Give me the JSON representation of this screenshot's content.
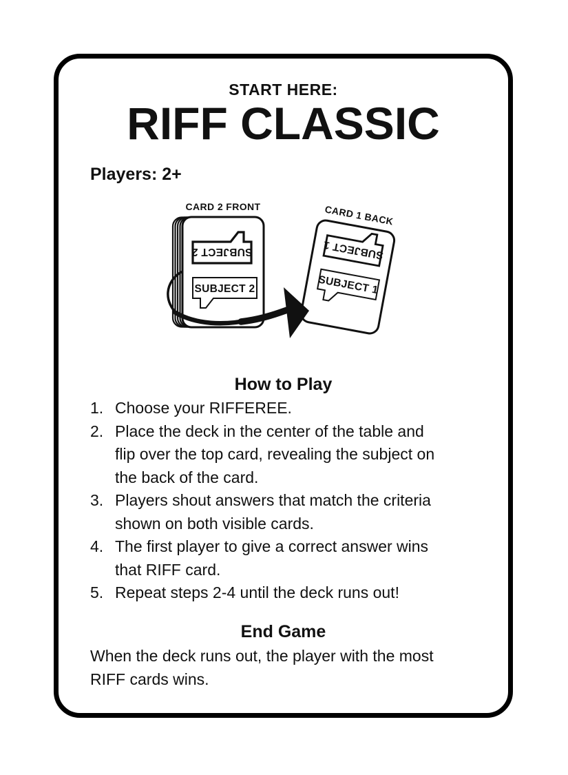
{
  "colors": {
    "ink": "#111111",
    "paper": "#ffffff"
  },
  "header": {
    "kicker": "START HERE:",
    "title": "RIFF CLASSIC",
    "players": "Players: 2+"
  },
  "diagram": {
    "left_card_label": "CARD 2 FRONT",
    "right_card_label": "CARD 1 BACK",
    "left_bubble_top": "SUBJECT 2",
    "left_bubble_bottom": "SUBJECT 2",
    "right_bubble_top": "SUBJECT 1",
    "right_bubble_bottom": "SUBJECT 1"
  },
  "how_to_play": {
    "heading": "How to Play",
    "steps": [
      {
        "num": "1.",
        "text": "Choose your RIFFEREE."
      },
      {
        "num": "2.",
        "text": "Place the deck in the center of the table and\nflip over the top card, revealing the subject on\nthe back of the card."
      },
      {
        "num": "3.",
        "text": "Players shout answers that match the criteria\nshown on both visible cards."
      },
      {
        "num": "4.",
        "text": "The first player to give a correct answer wins\nthat RIFF card."
      },
      {
        "num": "5.",
        "text": "Repeat steps 2-4 until the deck runs out!"
      }
    ]
  },
  "end_game": {
    "heading": "End Game",
    "text": "When the deck runs out, the player with the most\nRIFF cards wins."
  }
}
